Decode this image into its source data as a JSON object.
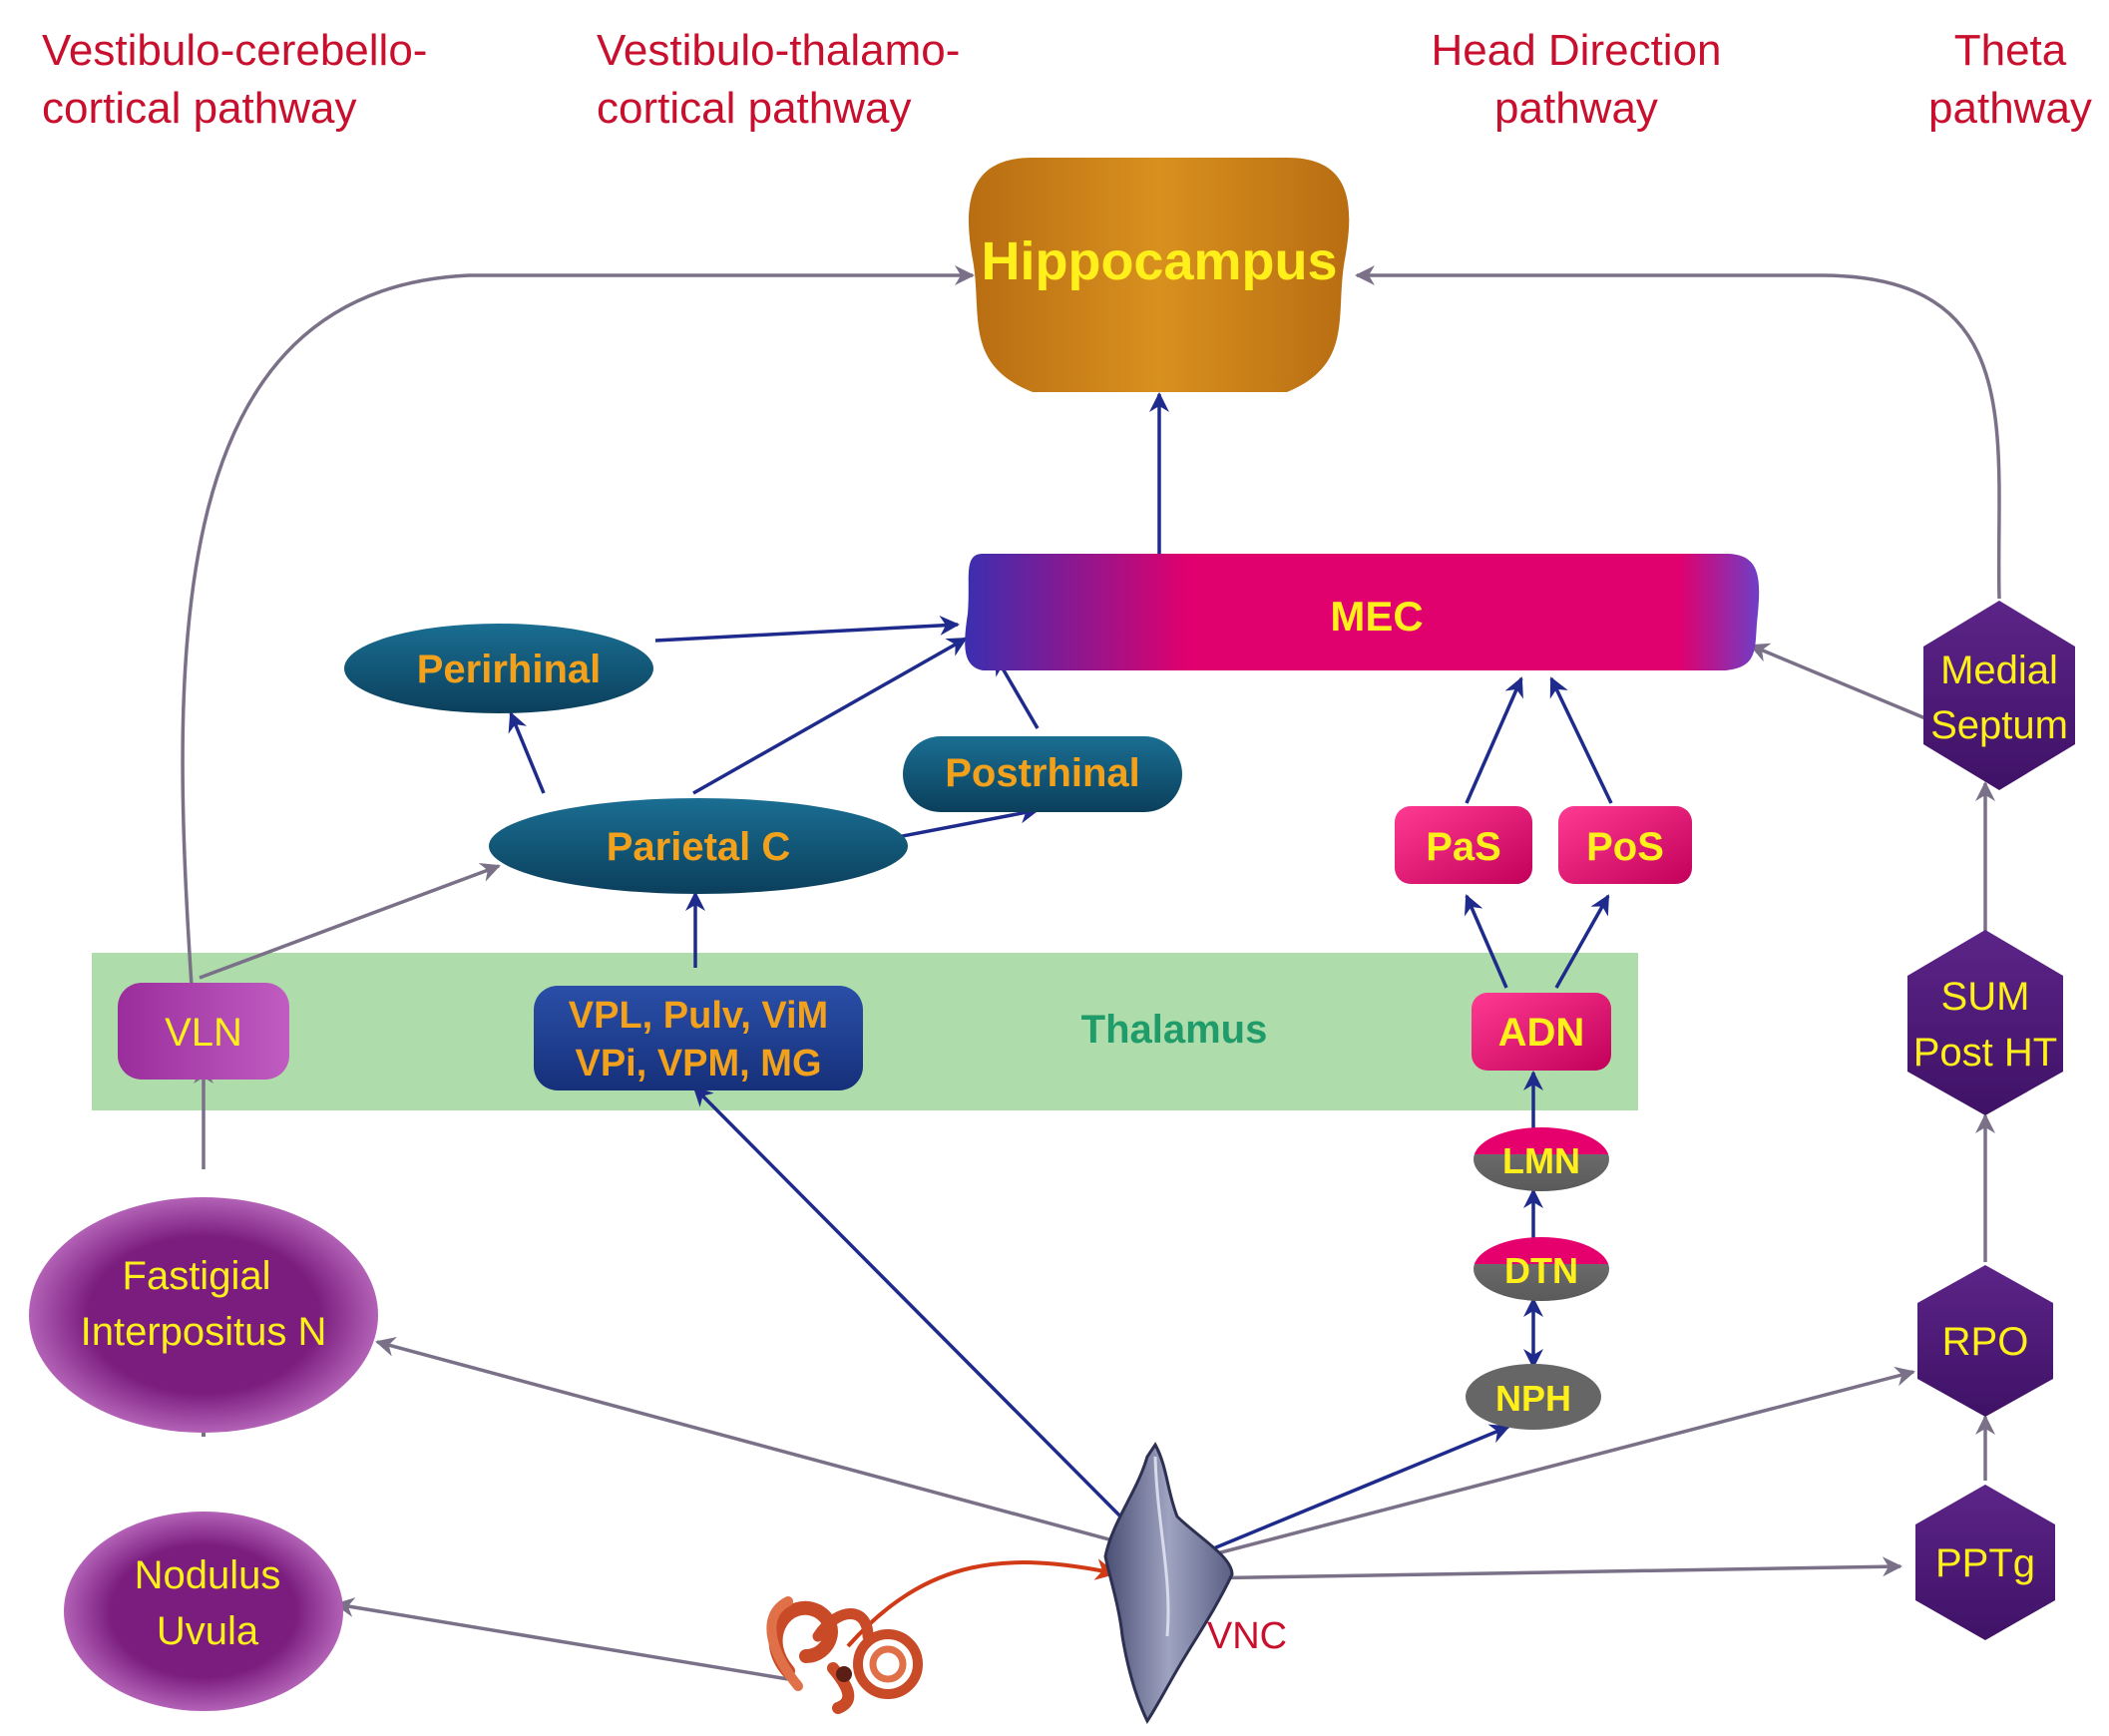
{
  "pathways": {
    "cerebello": [
      "Vestibulo-cerebello-",
      "cortical pathway"
    ],
    "thalamo": [
      "Vestibulo-thalamo-",
      "cortical pathway"
    ],
    "head_direction": [
      "Head Direction",
      "pathway"
    ],
    "theta": [
      "Theta",
      "pathway"
    ]
  },
  "nodes": {
    "hippocampus": "Hippocampus",
    "mec": "MEC",
    "perirhinal": "Perirhinal",
    "postrhinal": "Postrhinal",
    "parietal": "Parietal C",
    "thalamus": "Thalamus",
    "vln": "VLN",
    "vpl": [
      "VPL, Pulv, ViM",
      "VPi, VPM, MG"
    ],
    "pas": "PaS",
    "pos": "PoS",
    "adn": "ADN",
    "lmn": "LMN",
    "dtn": "DTN",
    "nph": "NPH",
    "medial_septum": [
      "Medial",
      "Septum"
    ],
    "sum": [
      "SUM",
      "Post HT"
    ],
    "rpo": "RPO",
    "pptg": "PPTg",
    "fastigial": [
      "Fastigial",
      "Interpositus N"
    ],
    "nodulus": [
      "Nodulus",
      "Uvula"
    ],
    "vnc": "VNC"
  },
  "colors": {
    "title_red": "#c8102e",
    "hippocampus": "#d2871c",
    "label_yellow": "#ffef1a",
    "label_orange": "#f2a11c",
    "teal_node": "#114f6e",
    "navy_node": "#1f3b8a",
    "magenta": "#e6006e",
    "purple": "#7a1d7e",
    "hex_purple": "#4e1a78",
    "thalamus_band": "#aedcaa",
    "thalamus_text": "#1f9c6a",
    "arrow_navy": "#1e2b8c",
    "arrow_gray": "#7a7088",
    "arrow_red": "#d13a17"
  }
}
